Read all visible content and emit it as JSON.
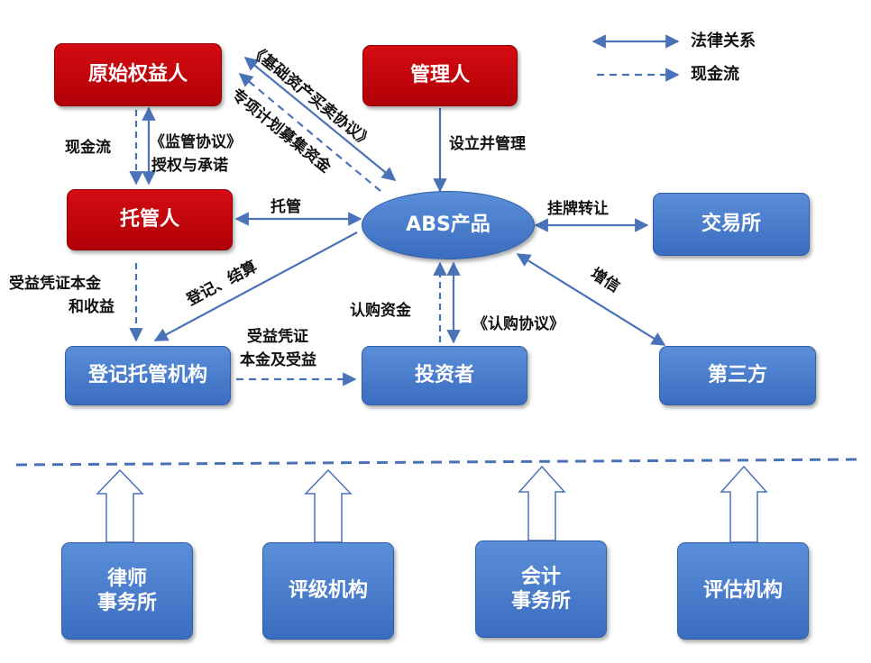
{
  "legend": {
    "legal": "法律关系",
    "cash": "现金流"
  },
  "nodes": {
    "originator": "原始权益人",
    "manager": "管理人",
    "custodian": "托管人",
    "abs": "ABS产品",
    "exchange": "交易所",
    "registry": "登记托管机构",
    "investor": "投资者",
    "third_party": "第三方",
    "lawyer_1": "律师",
    "lawyer_2": "事务所",
    "rating": "评级机构",
    "accountant_1": "会计",
    "accountant_2": "事务所",
    "appraisal": "评估机构"
  },
  "labels": {
    "sale_agreement": "《基础资产买卖协议》",
    "special_plan": "专项计划募集资金",
    "cash_flow": "现金流",
    "supervision": "《监管协议》",
    "authorization": "授权与承诺",
    "setup": "设立并管理",
    "custody": "托管",
    "listing": "挂牌转让",
    "register_settle": "登记、结算",
    "credit_enhance": "增信",
    "principal_income_1": "受益凭证本金",
    "principal_income_2": "和收益",
    "subscription_funds": "认购资金",
    "subscription_agreement": "《认购协议》",
    "principal_yield_1": "受益凭证",
    "principal_yield_2": "本金及受益"
  },
  "colors": {
    "arrow": "#4a72b8",
    "red": "#c00000",
    "blue": "#4472c4"
  }
}
